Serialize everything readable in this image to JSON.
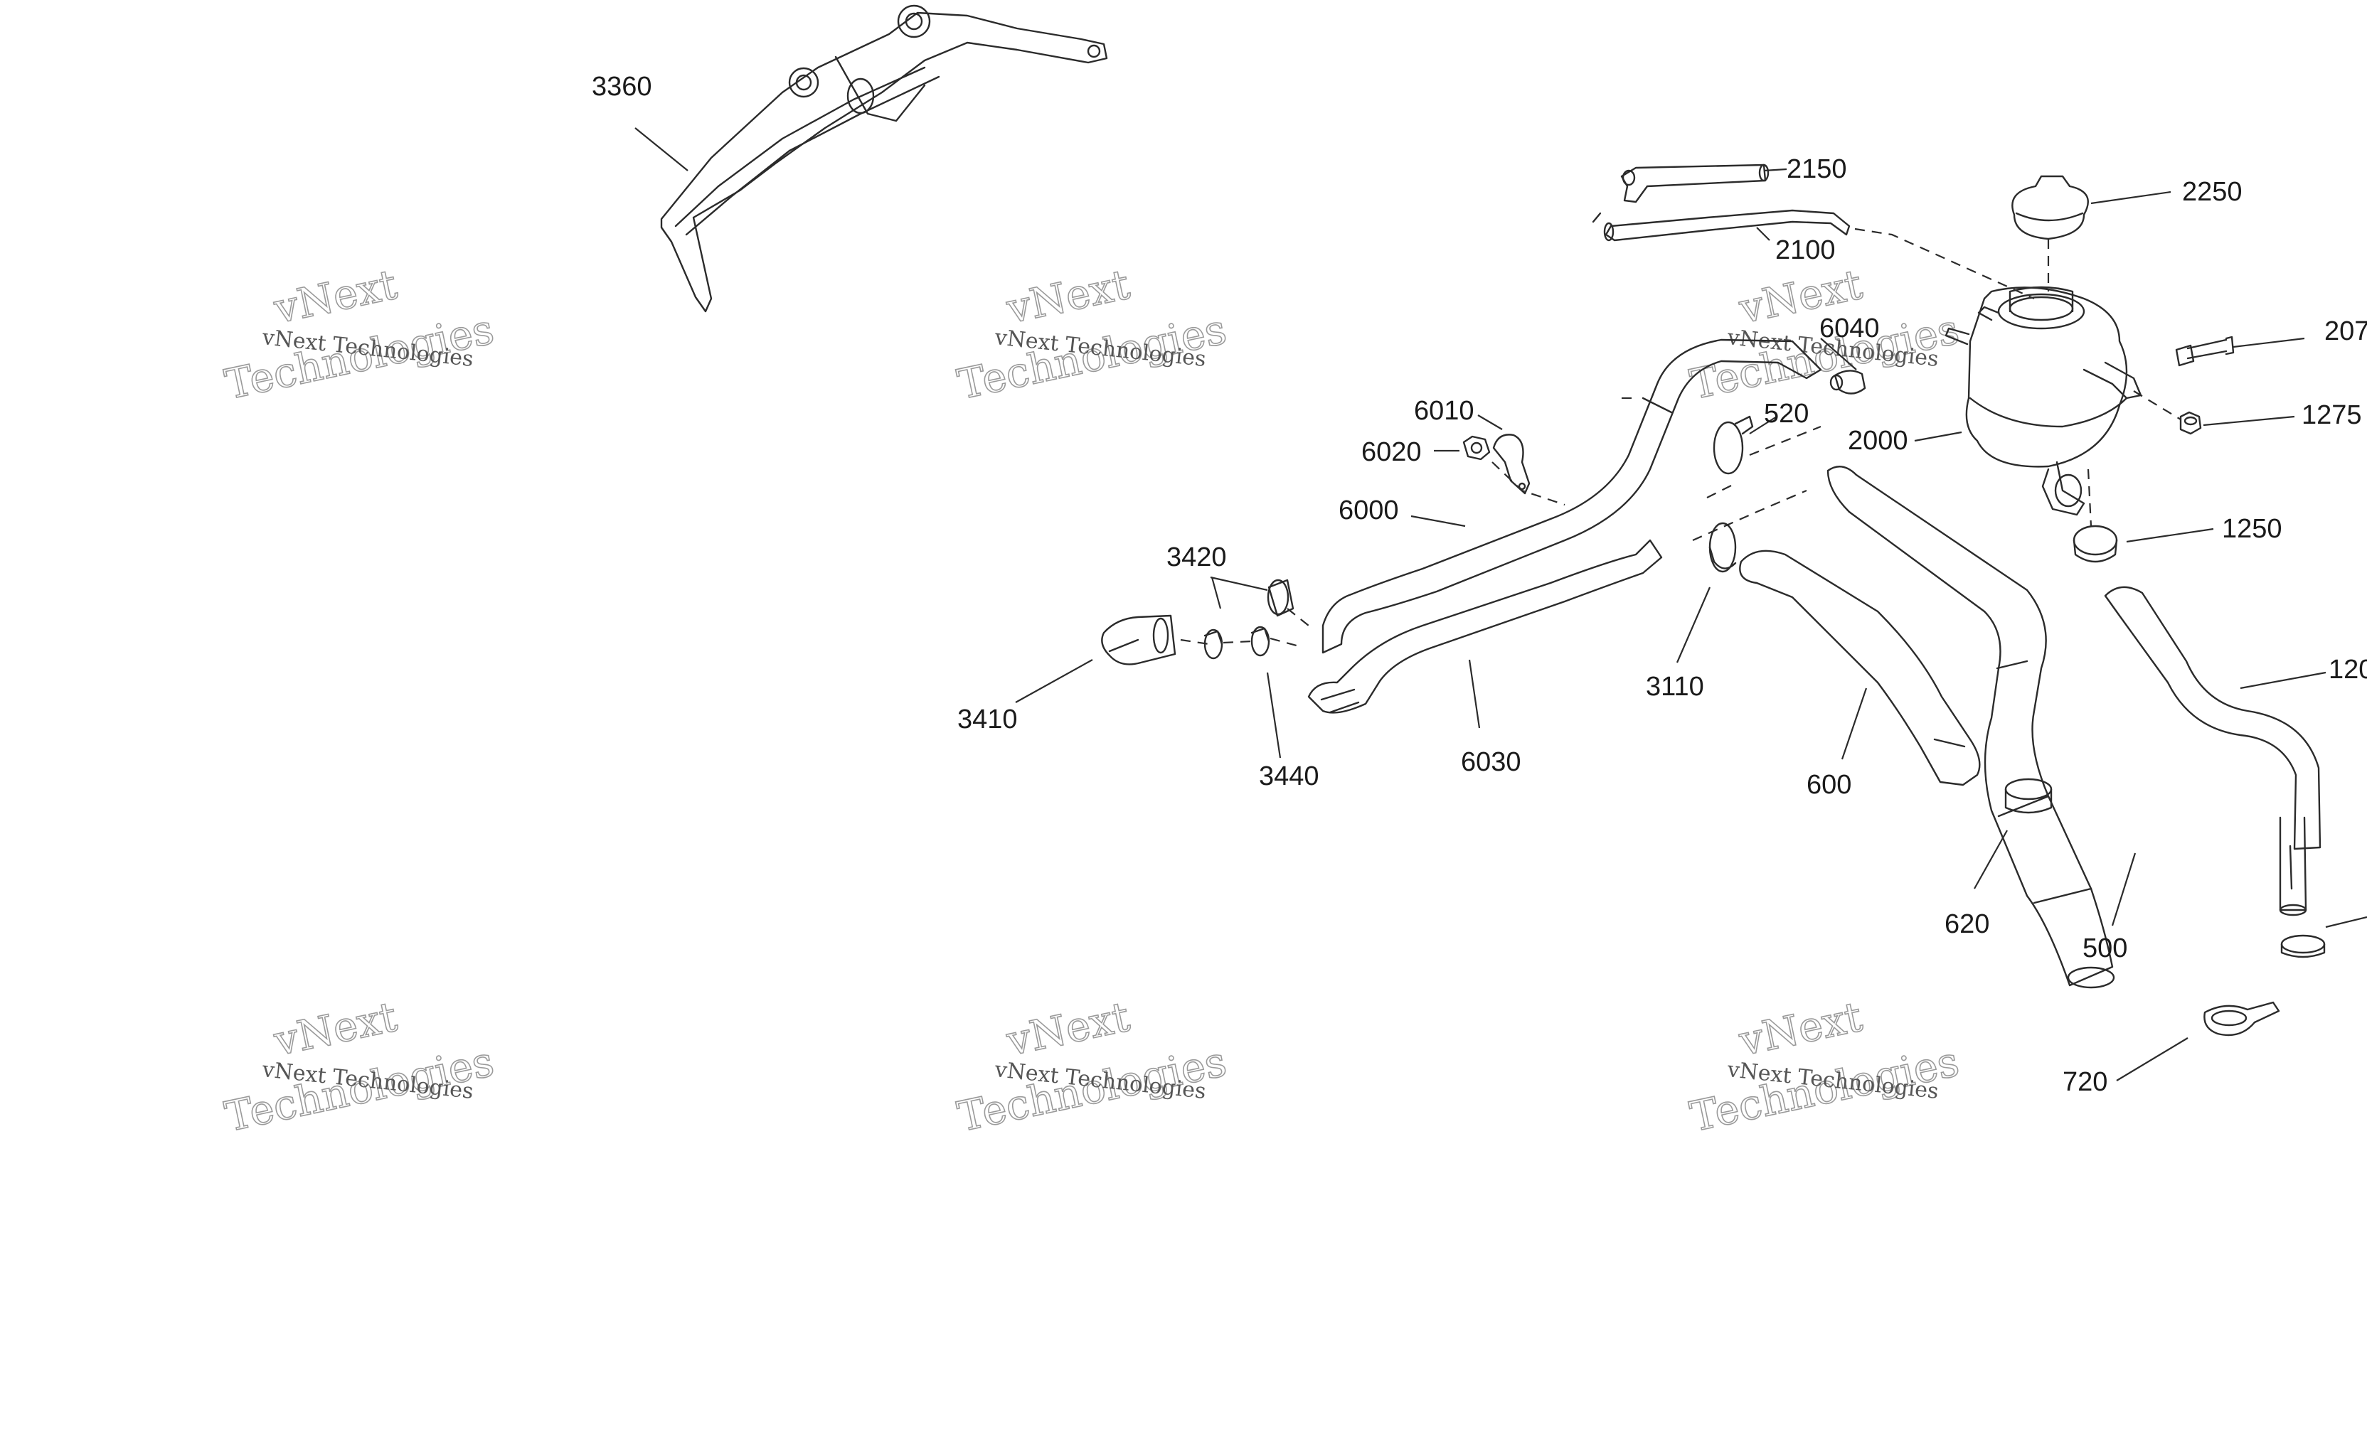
{
  "watermark": {
    "small_text": "vNext Technologies",
    "large_top": "vNext",
    "large_bottom": "Technologies"
  },
  "callouts": {
    "c3360": "3360",
    "c2150": "2150",
    "c2100": "2100",
    "c2250": "2250",
    "c6040": "6040",
    "c207": "207",
    "c6010": "6010",
    "c520": "520",
    "c6020": "6020",
    "c2000": "2000",
    "c1275": "1275",
    "c6000": "6000",
    "c1250": "1250",
    "c3420": "3420",
    "c3410": "3410",
    "c3110": "3110",
    "c120": "120",
    "c6030": "6030",
    "c600": "600",
    "c3440": "3440",
    "c620": "620",
    "c500": "500",
    "c720": "720"
  }
}
